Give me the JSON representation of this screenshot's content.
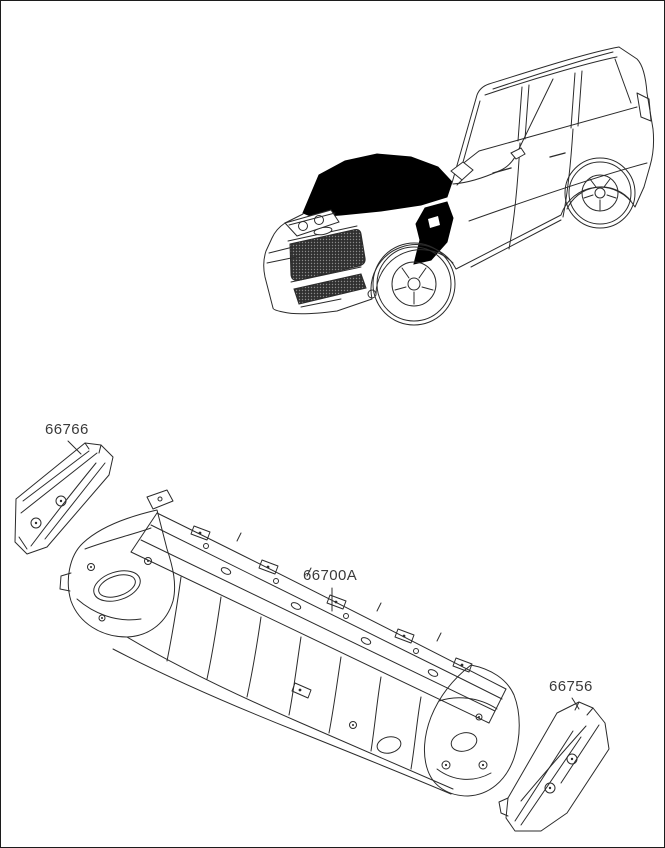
{
  "page": {
    "background_color": "#ffffff",
    "frame_color": "#1c1c1c",
    "line_color": "#2b2b2b",
    "highlight_color": "#000000"
  },
  "diagram": {
    "vehicle_view": "suv-front-three-quarter-with-cowl-highlight",
    "parts": [
      {
        "id": "cowl-side-panel-left",
        "label": "66766"
      },
      {
        "id": "cowl-top-panel-assembly",
        "label": "66700A"
      },
      {
        "id": "cowl-side-panel-right",
        "label": "66756"
      }
    ]
  }
}
